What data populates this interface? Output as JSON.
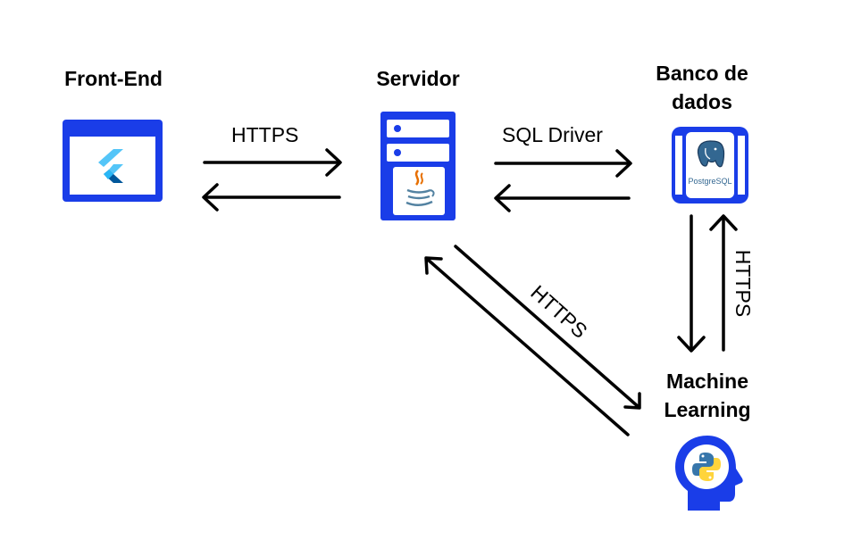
{
  "nodes": {
    "frontend": {
      "title": "Front-End"
    },
    "server": {
      "title": "Servidor"
    },
    "database": {
      "title": "Banco de\ndados",
      "logo_text": "PostgreSQL"
    },
    "ml": {
      "title": "Machine\nLearning"
    }
  },
  "edges": {
    "frontend_server": "HTTPS",
    "server_database": "SQL Driver",
    "database_ml": "HTTPS",
    "server_ml": "HTTPS"
  },
  "colors": {
    "blue": "#1A3DE8",
    "flutter_light": "#54C5F8",
    "flutter_dark": "#01579B",
    "java_orange": "#E76F00",
    "java_blue": "#5382A1",
    "python_blue": "#3776AB",
    "python_yellow": "#FFD43B"
  }
}
